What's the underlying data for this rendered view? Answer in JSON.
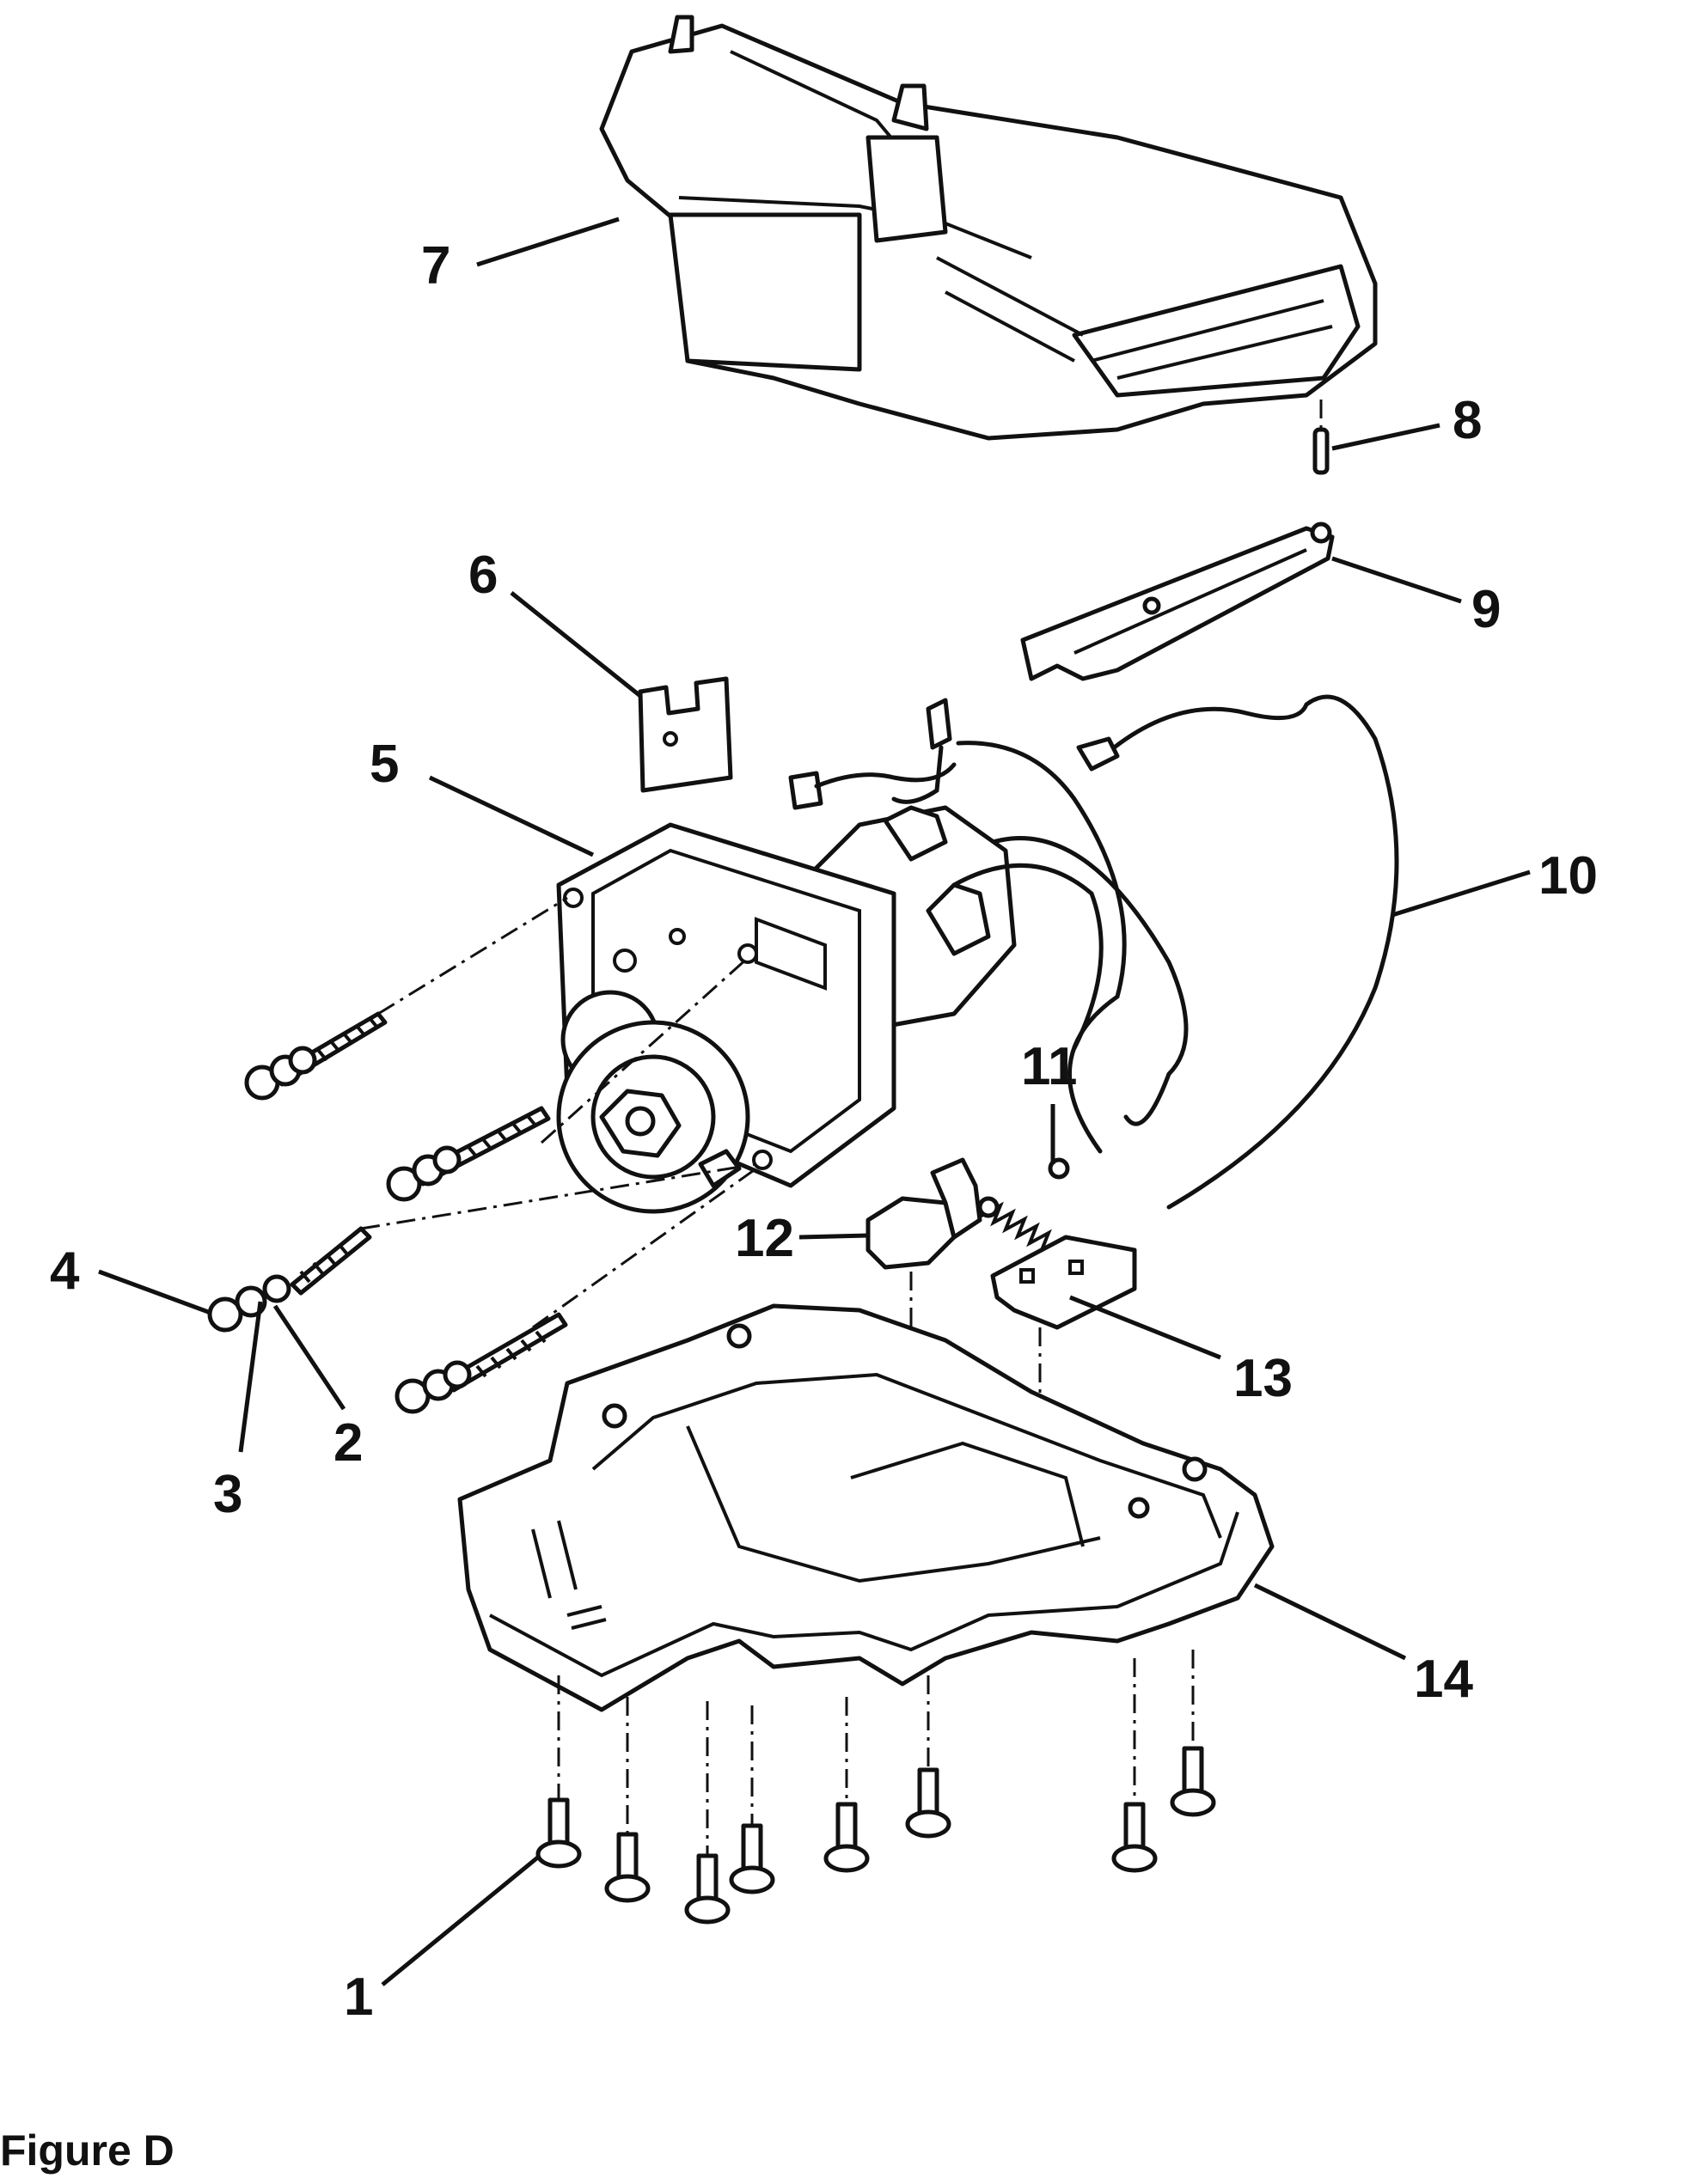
{
  "figure": {
    "caption": "Figure D"
  },
  "callouts": [
    "1",
    "2",
    "3",
    "4",
    "5",
    "6",
    "7",
    "8",
    "9",
    "10",
    "11",
    "12",
    "13",
    "14"
  ]
}
